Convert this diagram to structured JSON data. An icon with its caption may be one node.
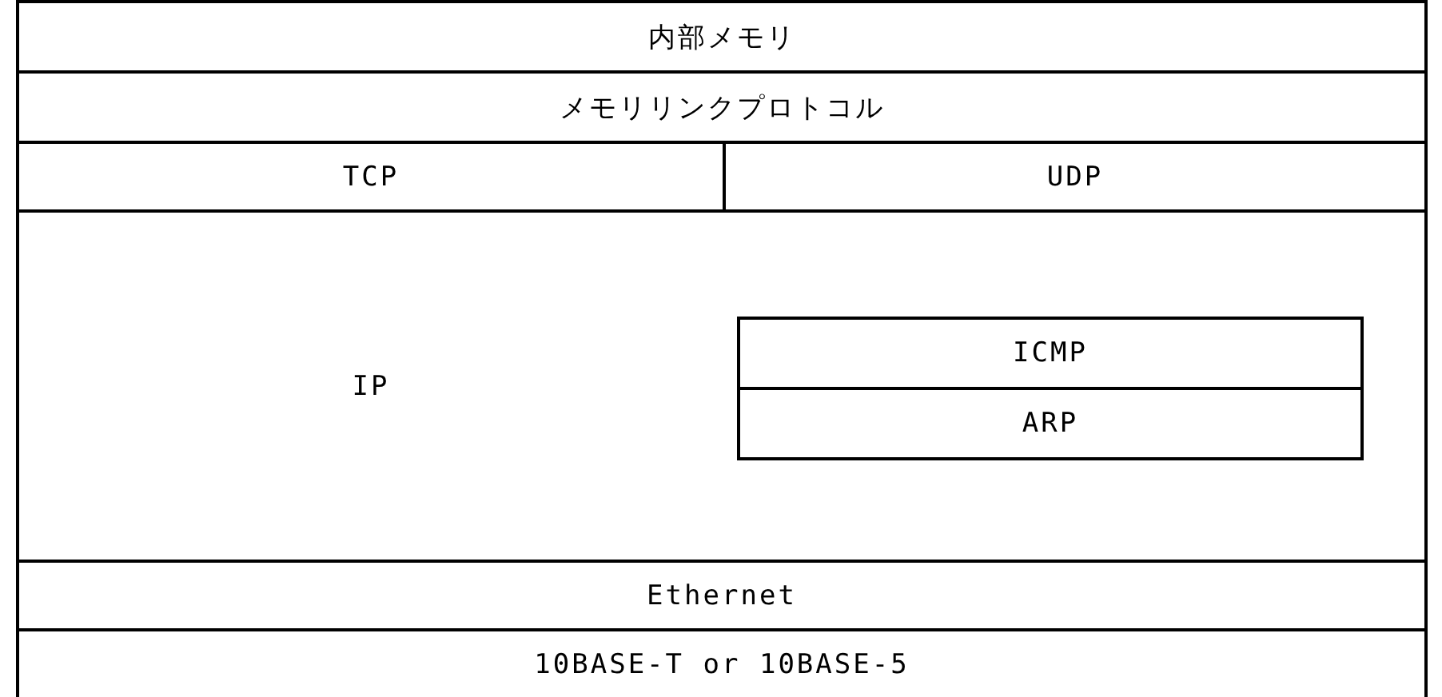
{
  "diagram": {
    "nodes": [
      {
        "text": [
          "内部メモリ"
        ]
      },
      {
        "text": [
          "メモリリンクプロトコル"
        ]
      },
      {
        "text": [
          "TCP"
        ]
      },
      {
        "text": [
          "UDP"
        ]
      },
      {
        "text": [
          "IP"
        ]
      },
      {
        "text": [
          "ICMP"
        ],
        "in": 4
      },
      {
        "text": [
          "ARP"
        ],
        "in": 4
      },
      {
        "text": [
          "Ethernet"
        ]
      },
      {
        "text": [
          "10BASE-T or 10BASE-5"
        ]
      }
    ]
  }
}
